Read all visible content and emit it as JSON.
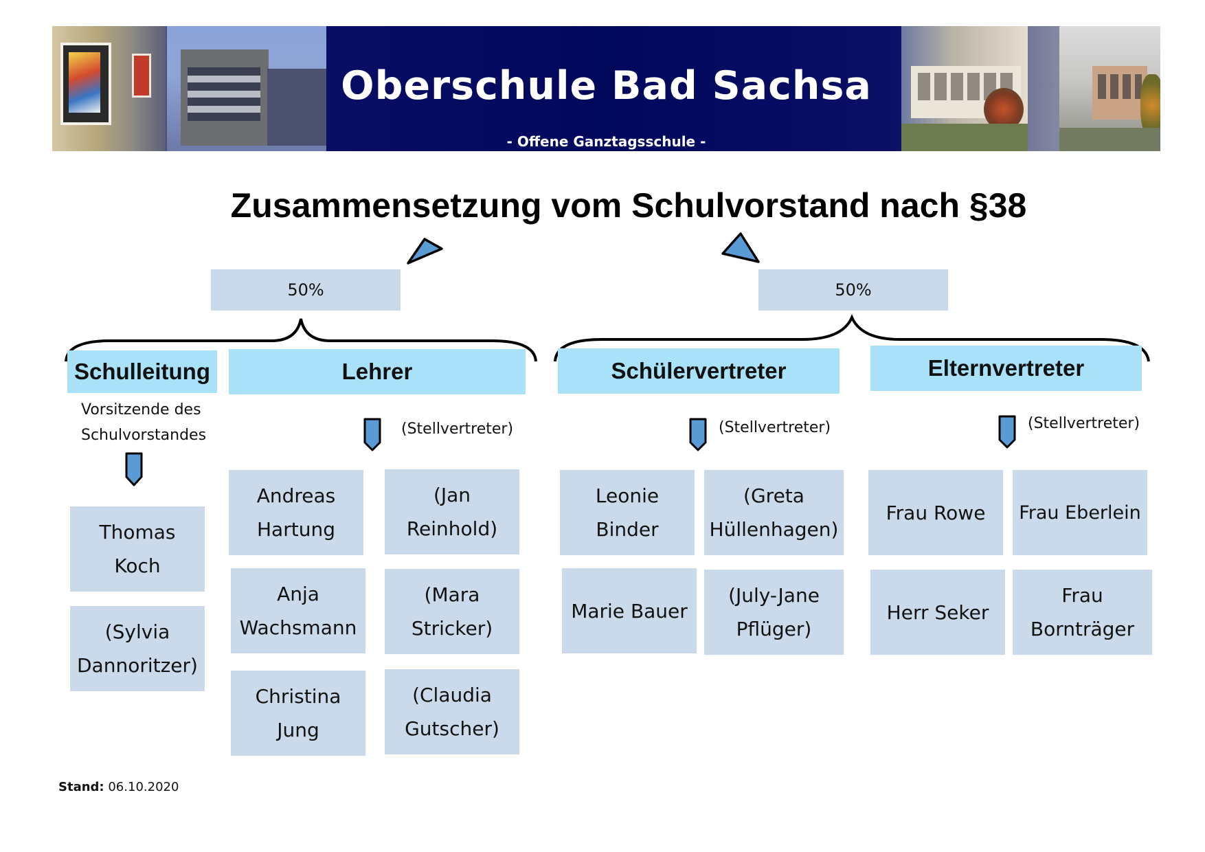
{
  "banner": {
    "title": "Oberschule Bad Sachsa",
    "subtitle": "- Offene Ganztagsschule -"
  },
  "title": "Zusammensetzung vom Schulvorstand nach §38",
  "colors": {
    "banner_navy": "#00085c",
    "header_fill": "#a9e1f8",
    "box_fill": "#cbdaea",
    "arrow_fill": "#5b9bd5"
  },
  "groups": [
    {
      "share": "50%",
      "headers": [
        "Schulleitung",
        "Lehrer"
      ]
    },
    {
      "share": "50%",
      "headers": [
        "Schülervertreter",
        "Elternvertreter"
      ]
    }
  ],
  "schulleitung": {
    "header": "Schulleitung",
    "note_line1": "Vorsitzende des",
    "note_line2": "Schulvorstandes",
    "members": [
      [
        "Thomas",
        "Koch"
      ],
      [
        "(Sylvia",
        "Dannoritzer)"
      ]
    ]
  },
  "lehrer": {
    "header": "Lehrer",
    "deputy_label": "(Stellvertreter)",
    "members": [
      [
        "Andreas",
        "Hartung"
      ],
      [
        "Anja",
        "Wachsmann"
      ],
      [
        "Christina",
        "Jung"
      ]
    ],
    "deputies": [
      [
        "(Jan",
        "Reinhold)"
      ],
      [
        "(Mara",
        "Stricker)"
      ],
      [
        "(Claudia",
        "Gutscher)"
      ]
    ]
  },
  "schueler": {
    "header": "Schülervertreter",
    "deputy_label": "(Stellvertreter)",
    "members": [
      [
        "Leonie",
        "Binder"
      ],
      [
        "Marie Bauer"
      ]
    ],
    "deputies": [
      [
        "(Greta",
        "Hüllenhagen)"
      ],
      [
        "(July-Jane",
        "Pflüger)"
      ]
    ]
  },
  "eltern": {
    "header": "Elternvertreter",
    "deputy_label": "(Stellvertreter)",
    "members": [
      [
        "Frau Rowe"
      ],
      [
        "Herr Seker"
      ]
    ],
    "deputies": [
      [
        "Frau Eberlein"
      ],
      [
        "Frau",
        "Bornträger"
      ]
    ]
  },
  "footer": {
    "label": "Stand:",
    "date": "06.10.2020"
  }
}
